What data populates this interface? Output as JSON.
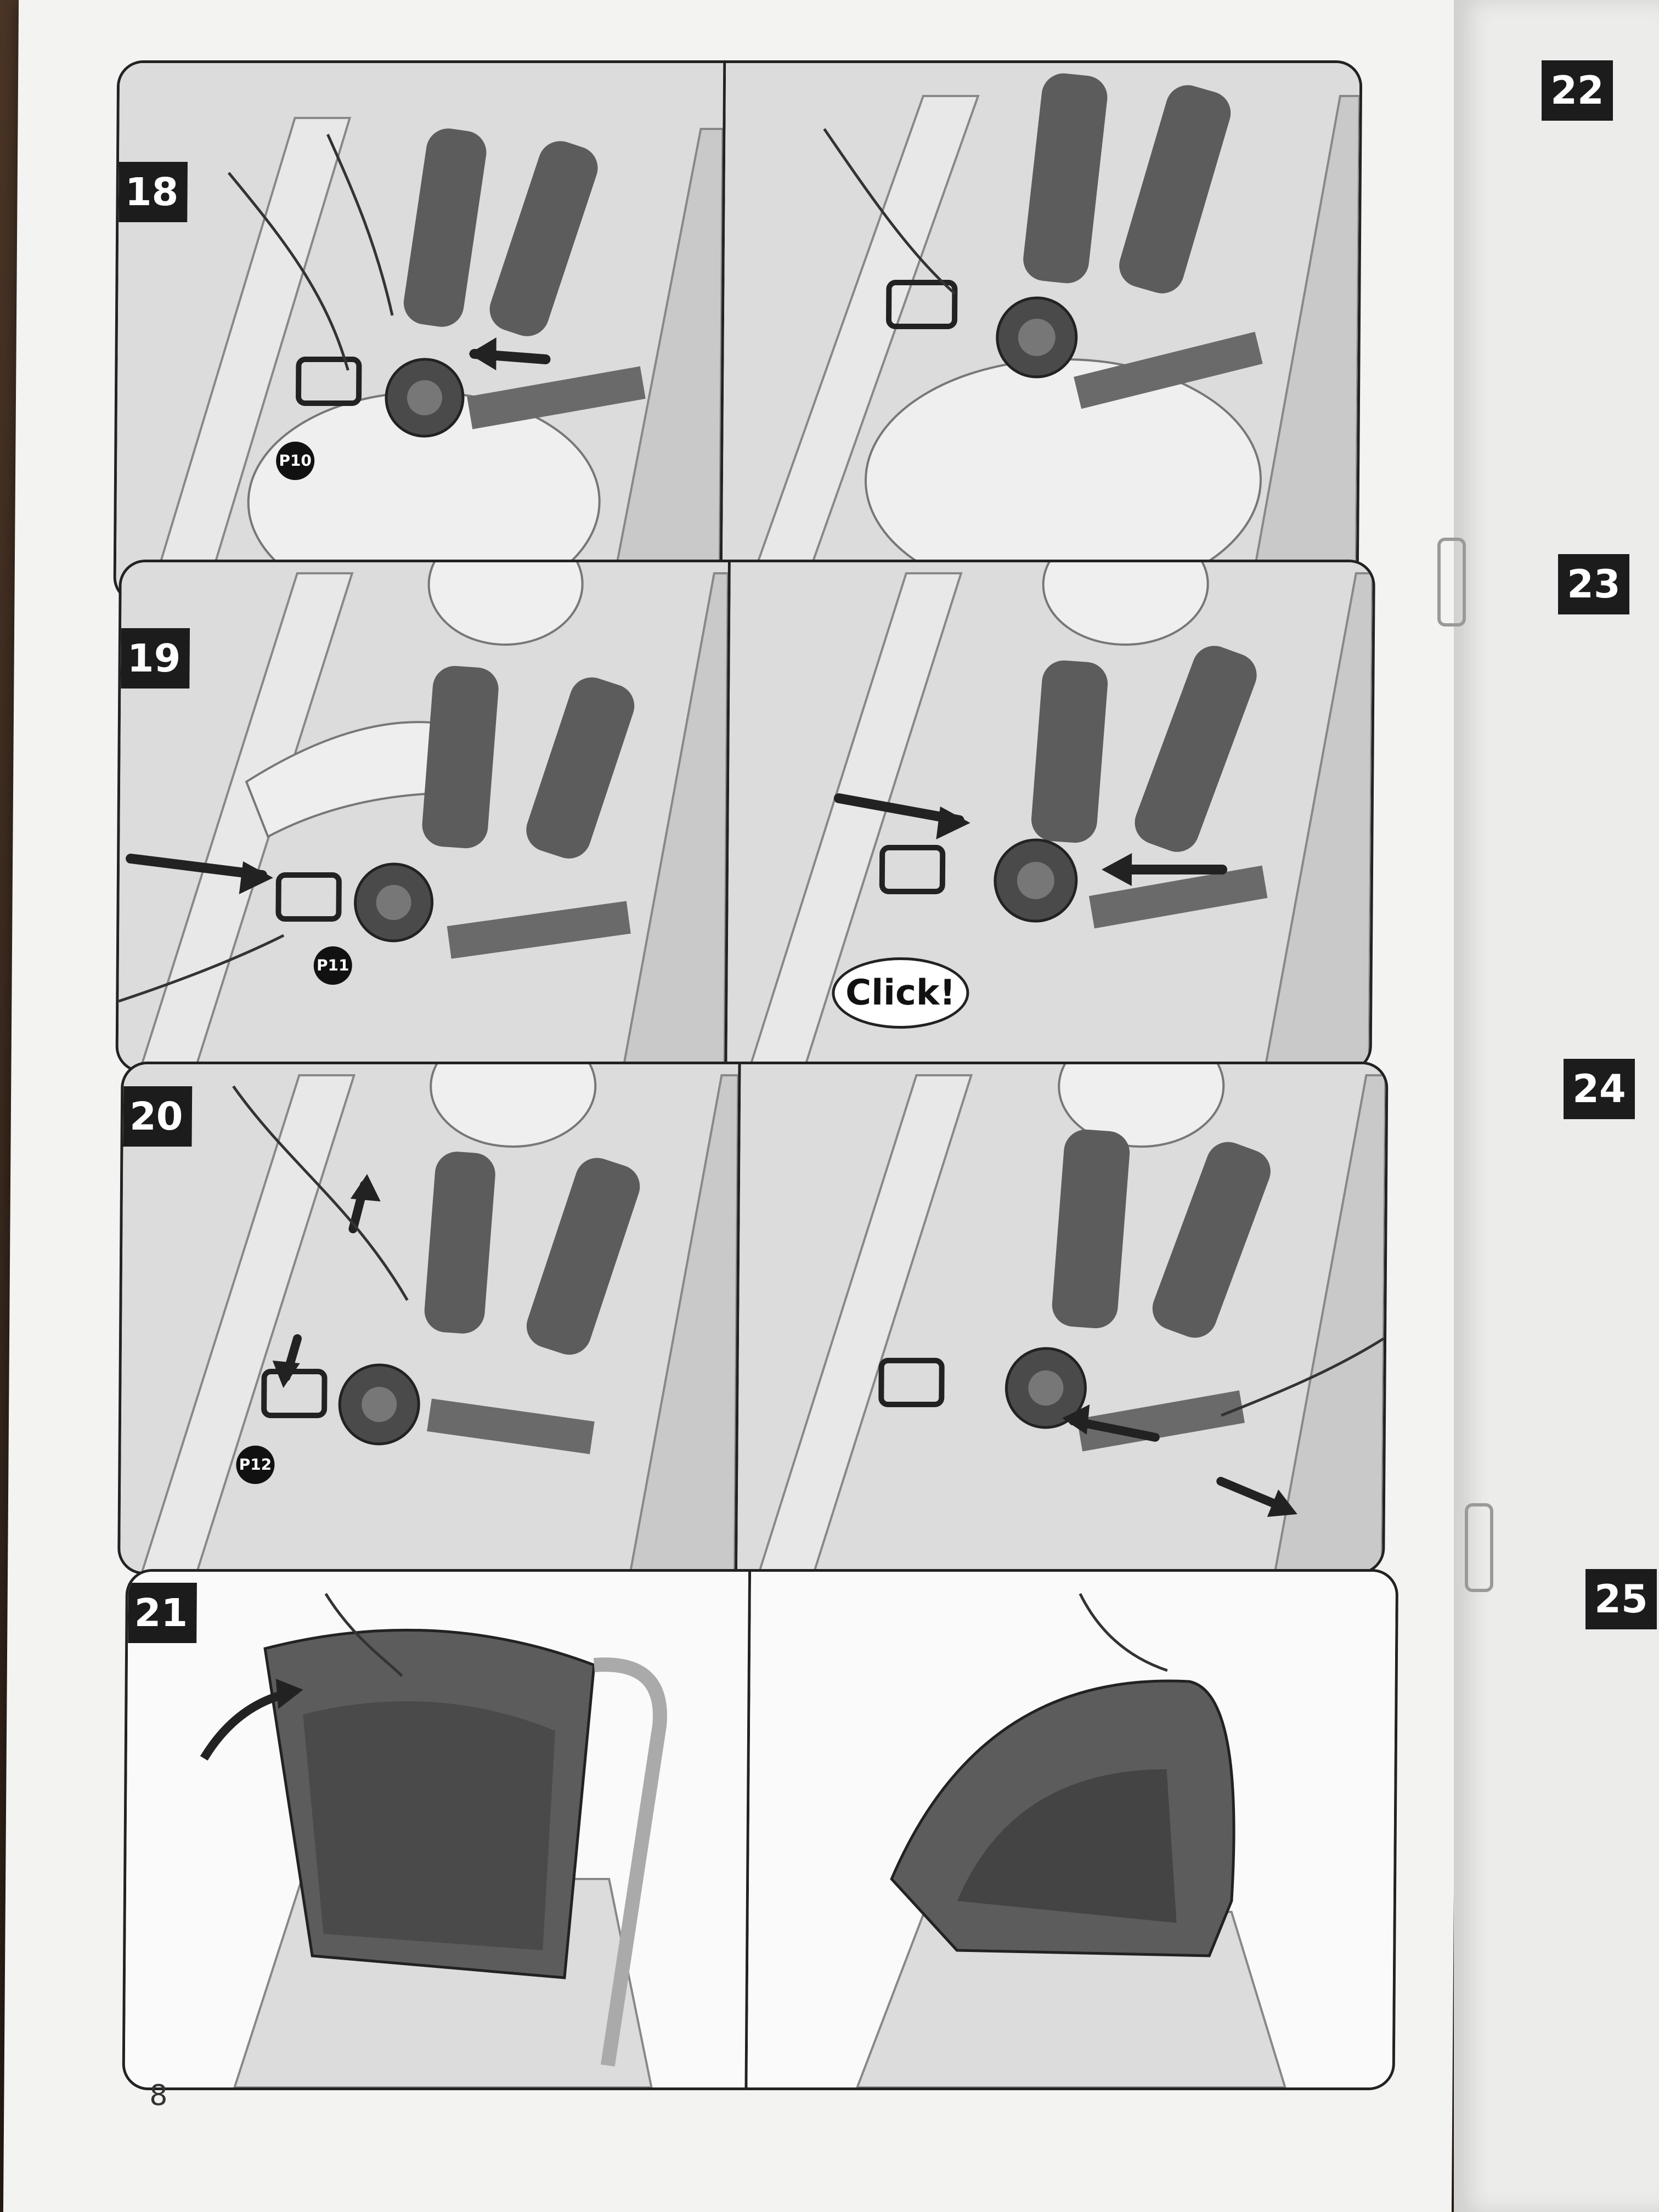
{
  "page": {
    "number": "8"
  },
  "steps": [
    {
      "number": "18",
      "callout": "P10"
    },
    {
      "number": "19",
      "callout": "P11",
      "bubble": "Click!"
    },
    {
      "number": "20",
      "callout": "P12"
    },
    {
      "number": "21"
    }
  ],
  "next_page_steps": [
    "22",
    "23",
    "24",
    "25"
  ],
  "colors": {
    "ink": "#1c1c1c",
    "strap": "#5c5c5c",
    "paper": "#f3f3f1",
    "fill": "#d8d8d8"
  }
}
